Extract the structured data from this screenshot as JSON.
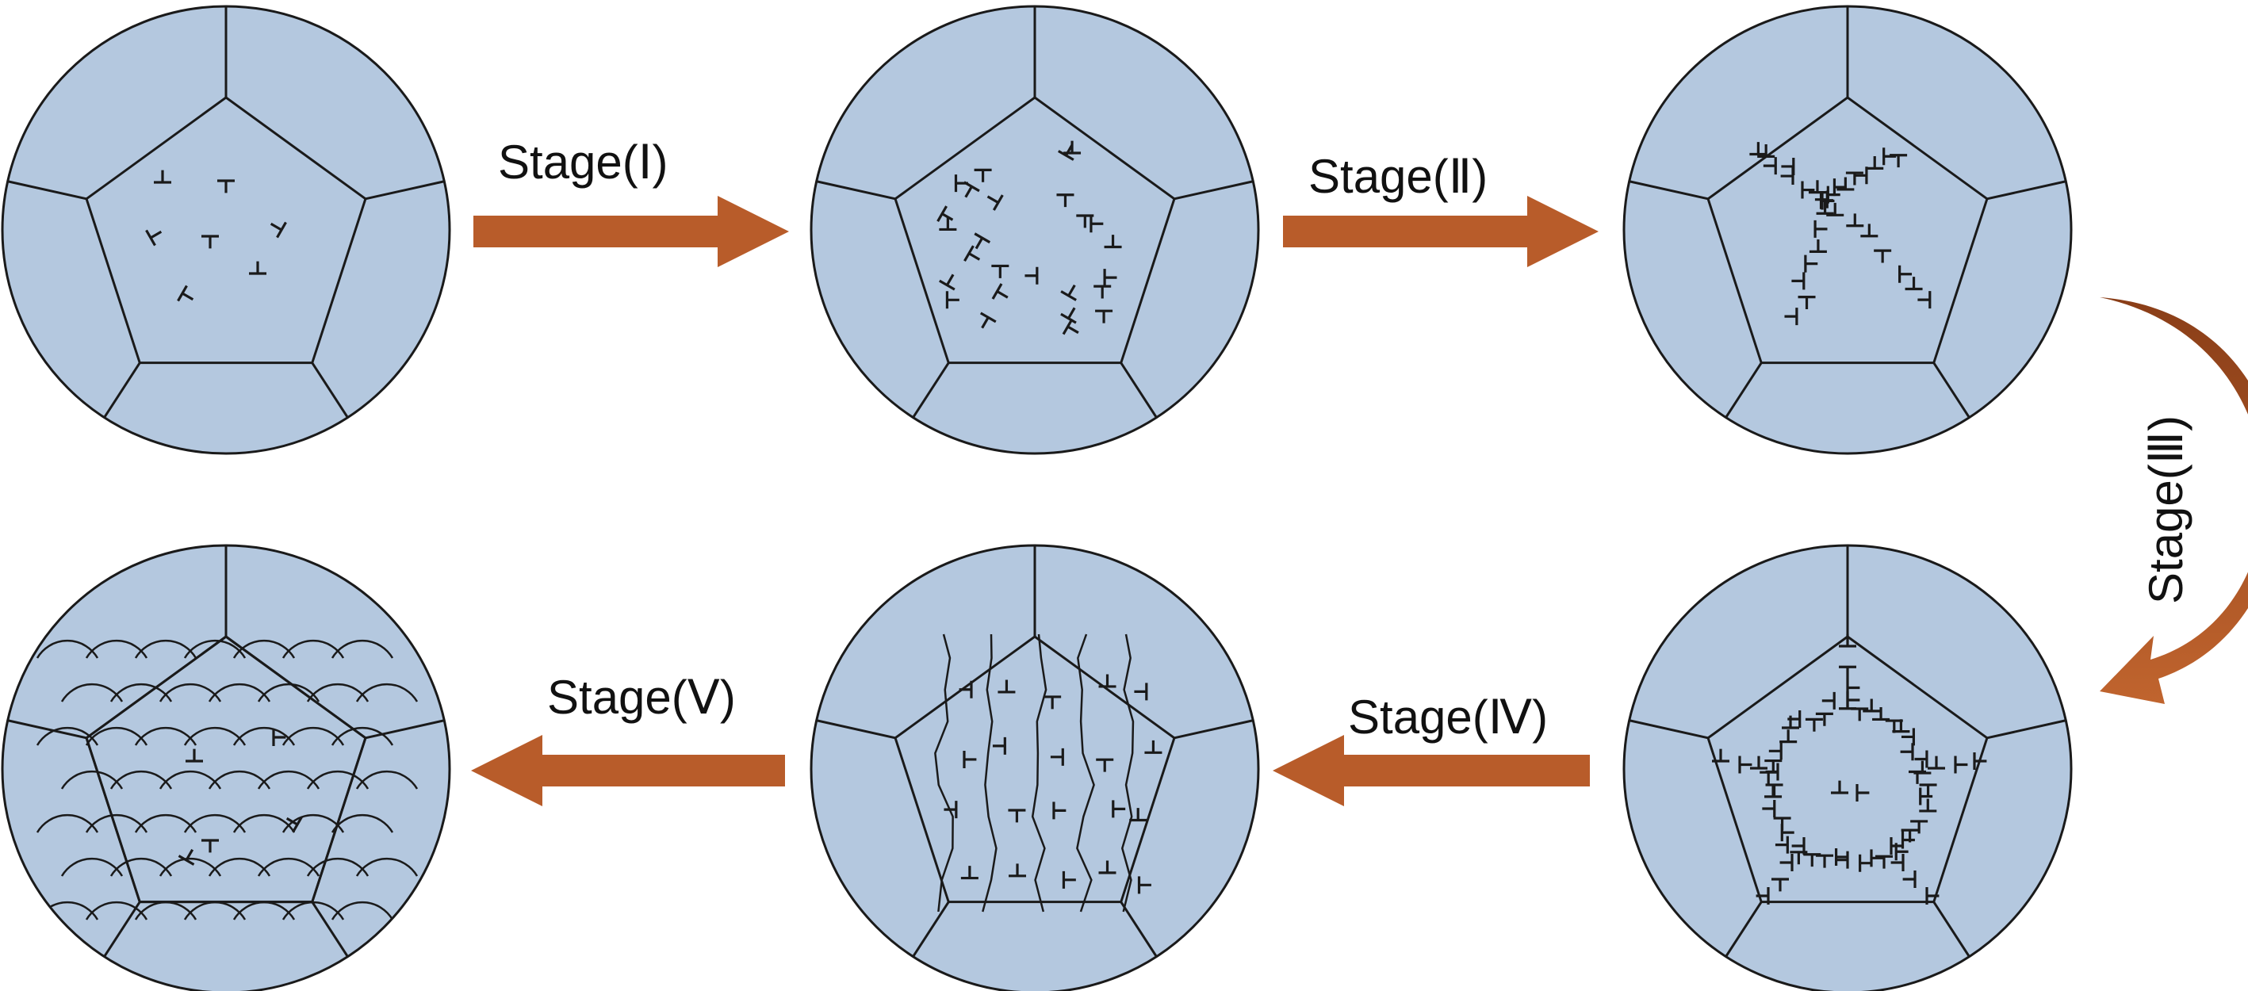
{
  "stages": [
    {
      "id": "s1",
      "label": "Stage(Ⅰ)"
    },
    {
      "id": "s2",
      "label": "Stage(Ⅱ)"
    },
    {
      "id": "s3",
      "label": "Stage(Ⅲ)"
    },
    {
      "id": "s4",
      "label": "Stage(Ⅳ)"
    },
    {
      "id": "s5",
      "label": "Stage(Ⅴ)"
    }
  ],
  "colors": {
    "grain_fill": "#b4c8df",
    "grain_stroke": "#1a1a1a",
    "arrow": "#b85c2a",
    "arrow_dark": "#8a3e18",
    "background": "#ffffff"
  }
}
